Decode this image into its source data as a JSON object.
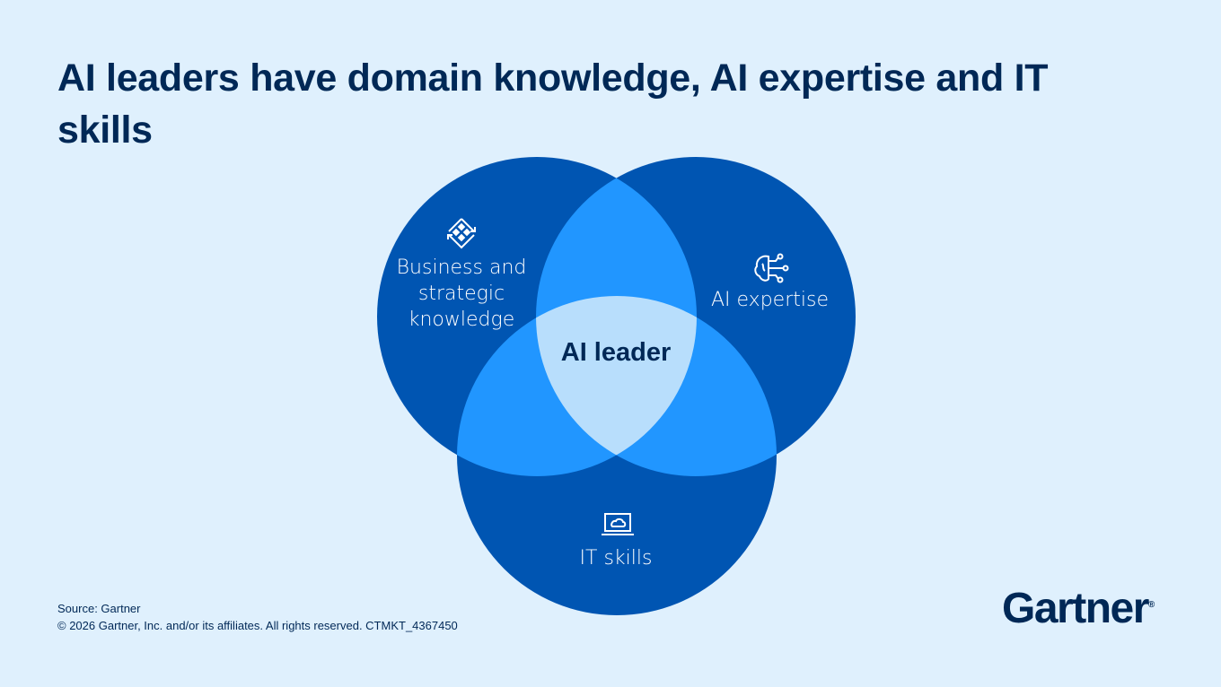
{
  "title": "AI leaders have domain knowledge, AI expertise and IT skills",
  "venn": {
    "circles": [
      {
        "label": "Business and strategic knowledge",
        "icon": "workflow-diamond-icon"
      },
      {
        "label": "AI expertise",
        "icon": "brain-circuit-icon"
      },
      {
        "label": "IT skills",
        "icon": "laptop-cloud-icon"
      }
    ],
    "intersection_label": "AI leader",
    "colors": {
      "circle": "#0055B2",
      "overlap": "#2196FF",
      "center": "#B8DEFC"
    }
  },
  "footer": {
    "source": "Source: Gartner",
    "copyright": "© 2026 Gartner, Inc. and/or its affiliates. All rights reserved. CTMKT_4367450"
  },
  "logo": "Gartner"
}
